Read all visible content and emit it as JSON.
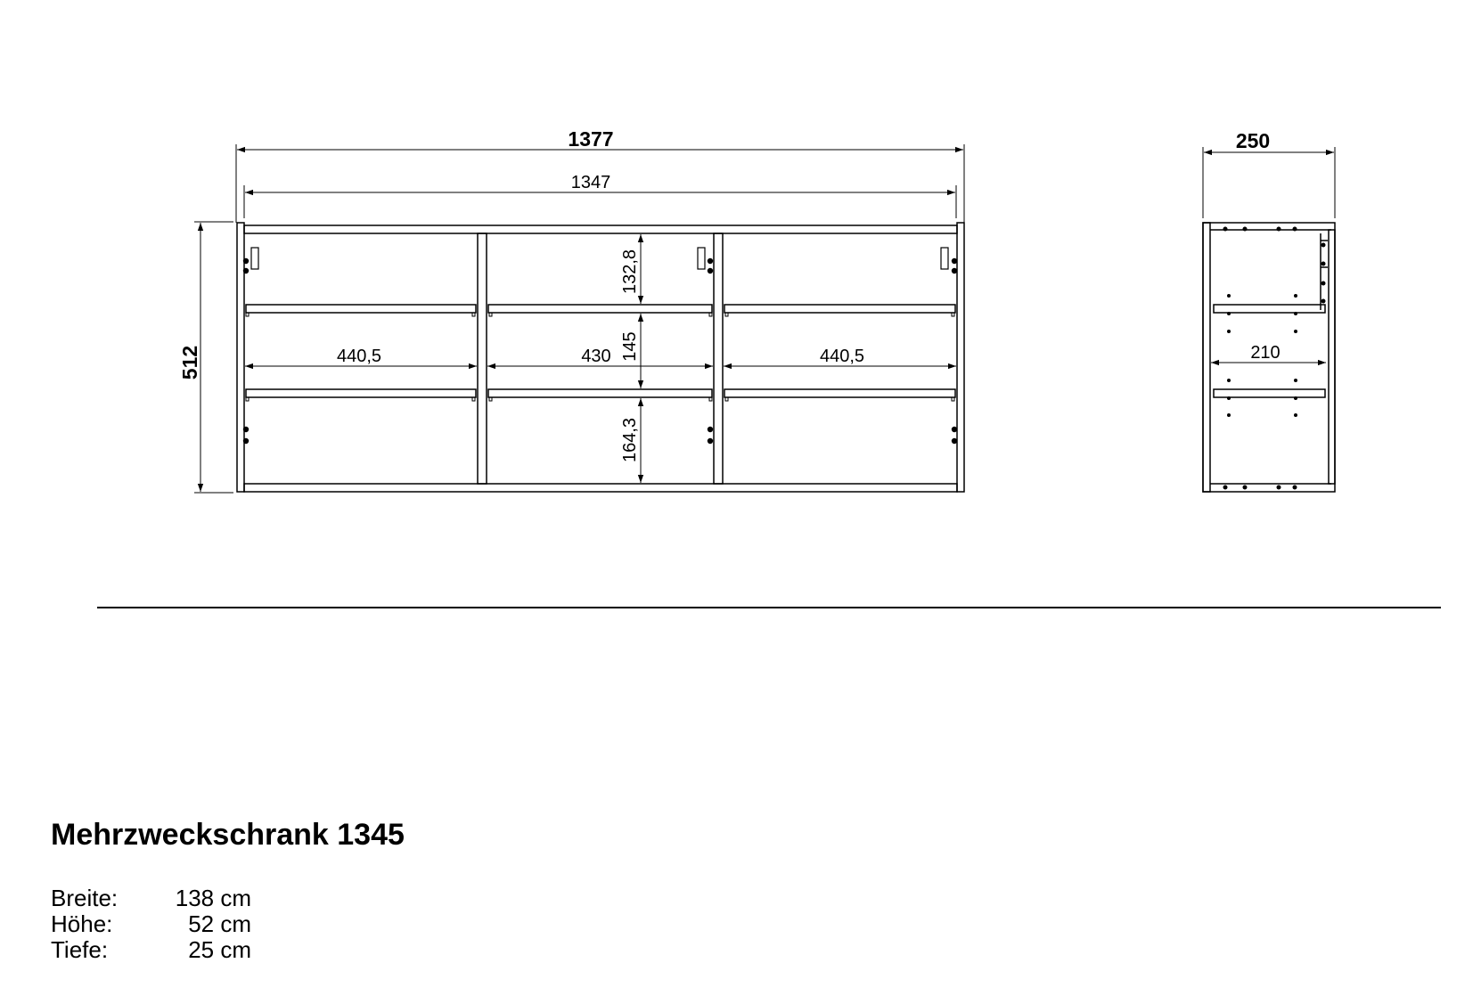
{
  "front_view": {
    "overall_width": "1377",
    "inner_width": "1347",
    "height": "512",
    "compartment_widths": [
      "440,5",
      "430",
      "440,5"
    ],
    "shelf_heights": [
      "132,8",
      "145",
      "164,3"
    ]
  },
  "side_view": {
    "depth": "250",
    "inner_depth": "210"
  },
  "product": {
    "name": "Mehrzweckschrank 1345",
    "specs": [
      {
        "label": "Breite:",
        "value": "138 cm"
      },
      {
        "label": "Höhe:",
        "value": "52 cm"
      },
      {
        "label": "Tiefe:",
        "value": "25 cm"
      }
    ]
  },
  "colors": {
    "line": "#000000",
    "background": "#ffffff"
  }
}
